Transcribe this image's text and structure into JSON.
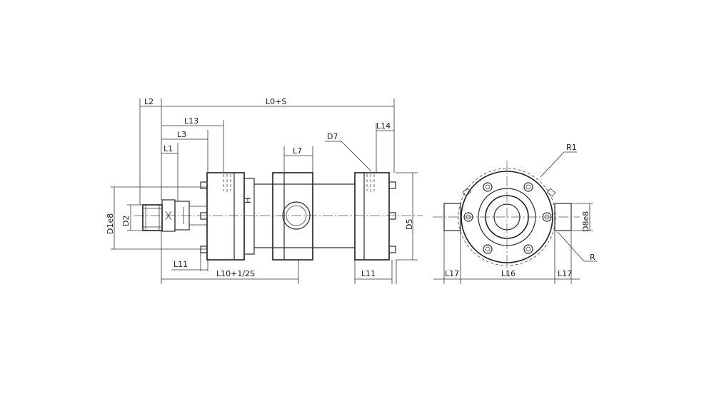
{
  "dims": {
    "L2": "L2",
    "L0S": "L0+S",
    "L13": "L13",
    "L3": "L3",
    "L1": "L1",
    "L14": "L14",
    "D7": "D7",
    "L7": "L7",
    "H": "H",
    "D1e8": "D1e8",
    "D2": "D2",
    "D5": "D5",
    "L11_left": "L11",
    "L10": "L10+1/2S",
    "L11_right": "L11",
    "R1": "R1",
    "D8e8": "D8e8",
    "R": "R",
    "L17_left": "L17",
    "L16": "L16",
    "L17_right": "L17"
  }
}
